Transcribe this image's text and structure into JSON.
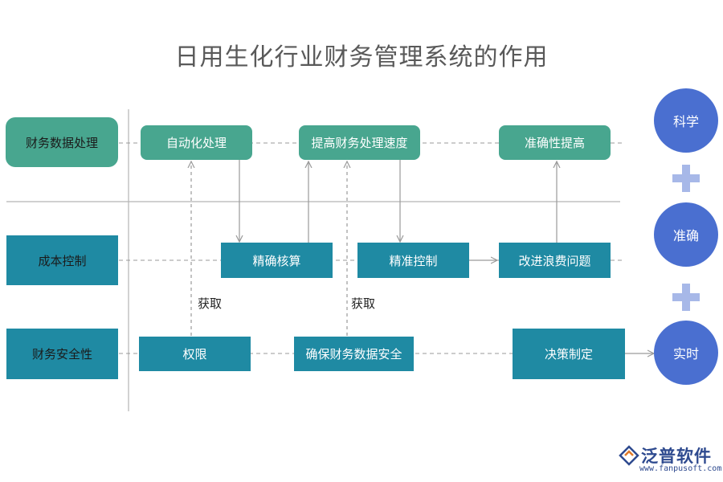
{
  "title": "日用生化行业财务管理系统的作用",
  "rows": {
    "finance_data": "财务数据处理",
    "cost_control": "成本控制",
    "finance_security": "财务安全性"
  },
  "nodes": {
    "automation": "自动化处理",
    "speed_up": "提高财务处理速度",
    "accuracy_up": "准确性提高",
    "precise_accounting": "精确核算",
    "precise_control": "精准控制",
    "improve_waste": "改进浪费问题",
    "permission": "权限",
    "ensure_security": "确保财务数据安全",
    "decision": "决策制定"
  },
  "edge_labels": {
    "get_1": "获取",
    "get_2": "获取"
  },
  "outcomes": [
    "科学",
    "准确",
    "实时"
  ],
  "logo": {
    "name": "泛普软件",
    "url": "www.fanpusoft.com"
  },
  "colors": {
    "green": "#48a68f",
    "teal": "#1f8aa3",
    "circle": "#4a6fd0",
    "plus": "#a7b8e8"
  }
}
